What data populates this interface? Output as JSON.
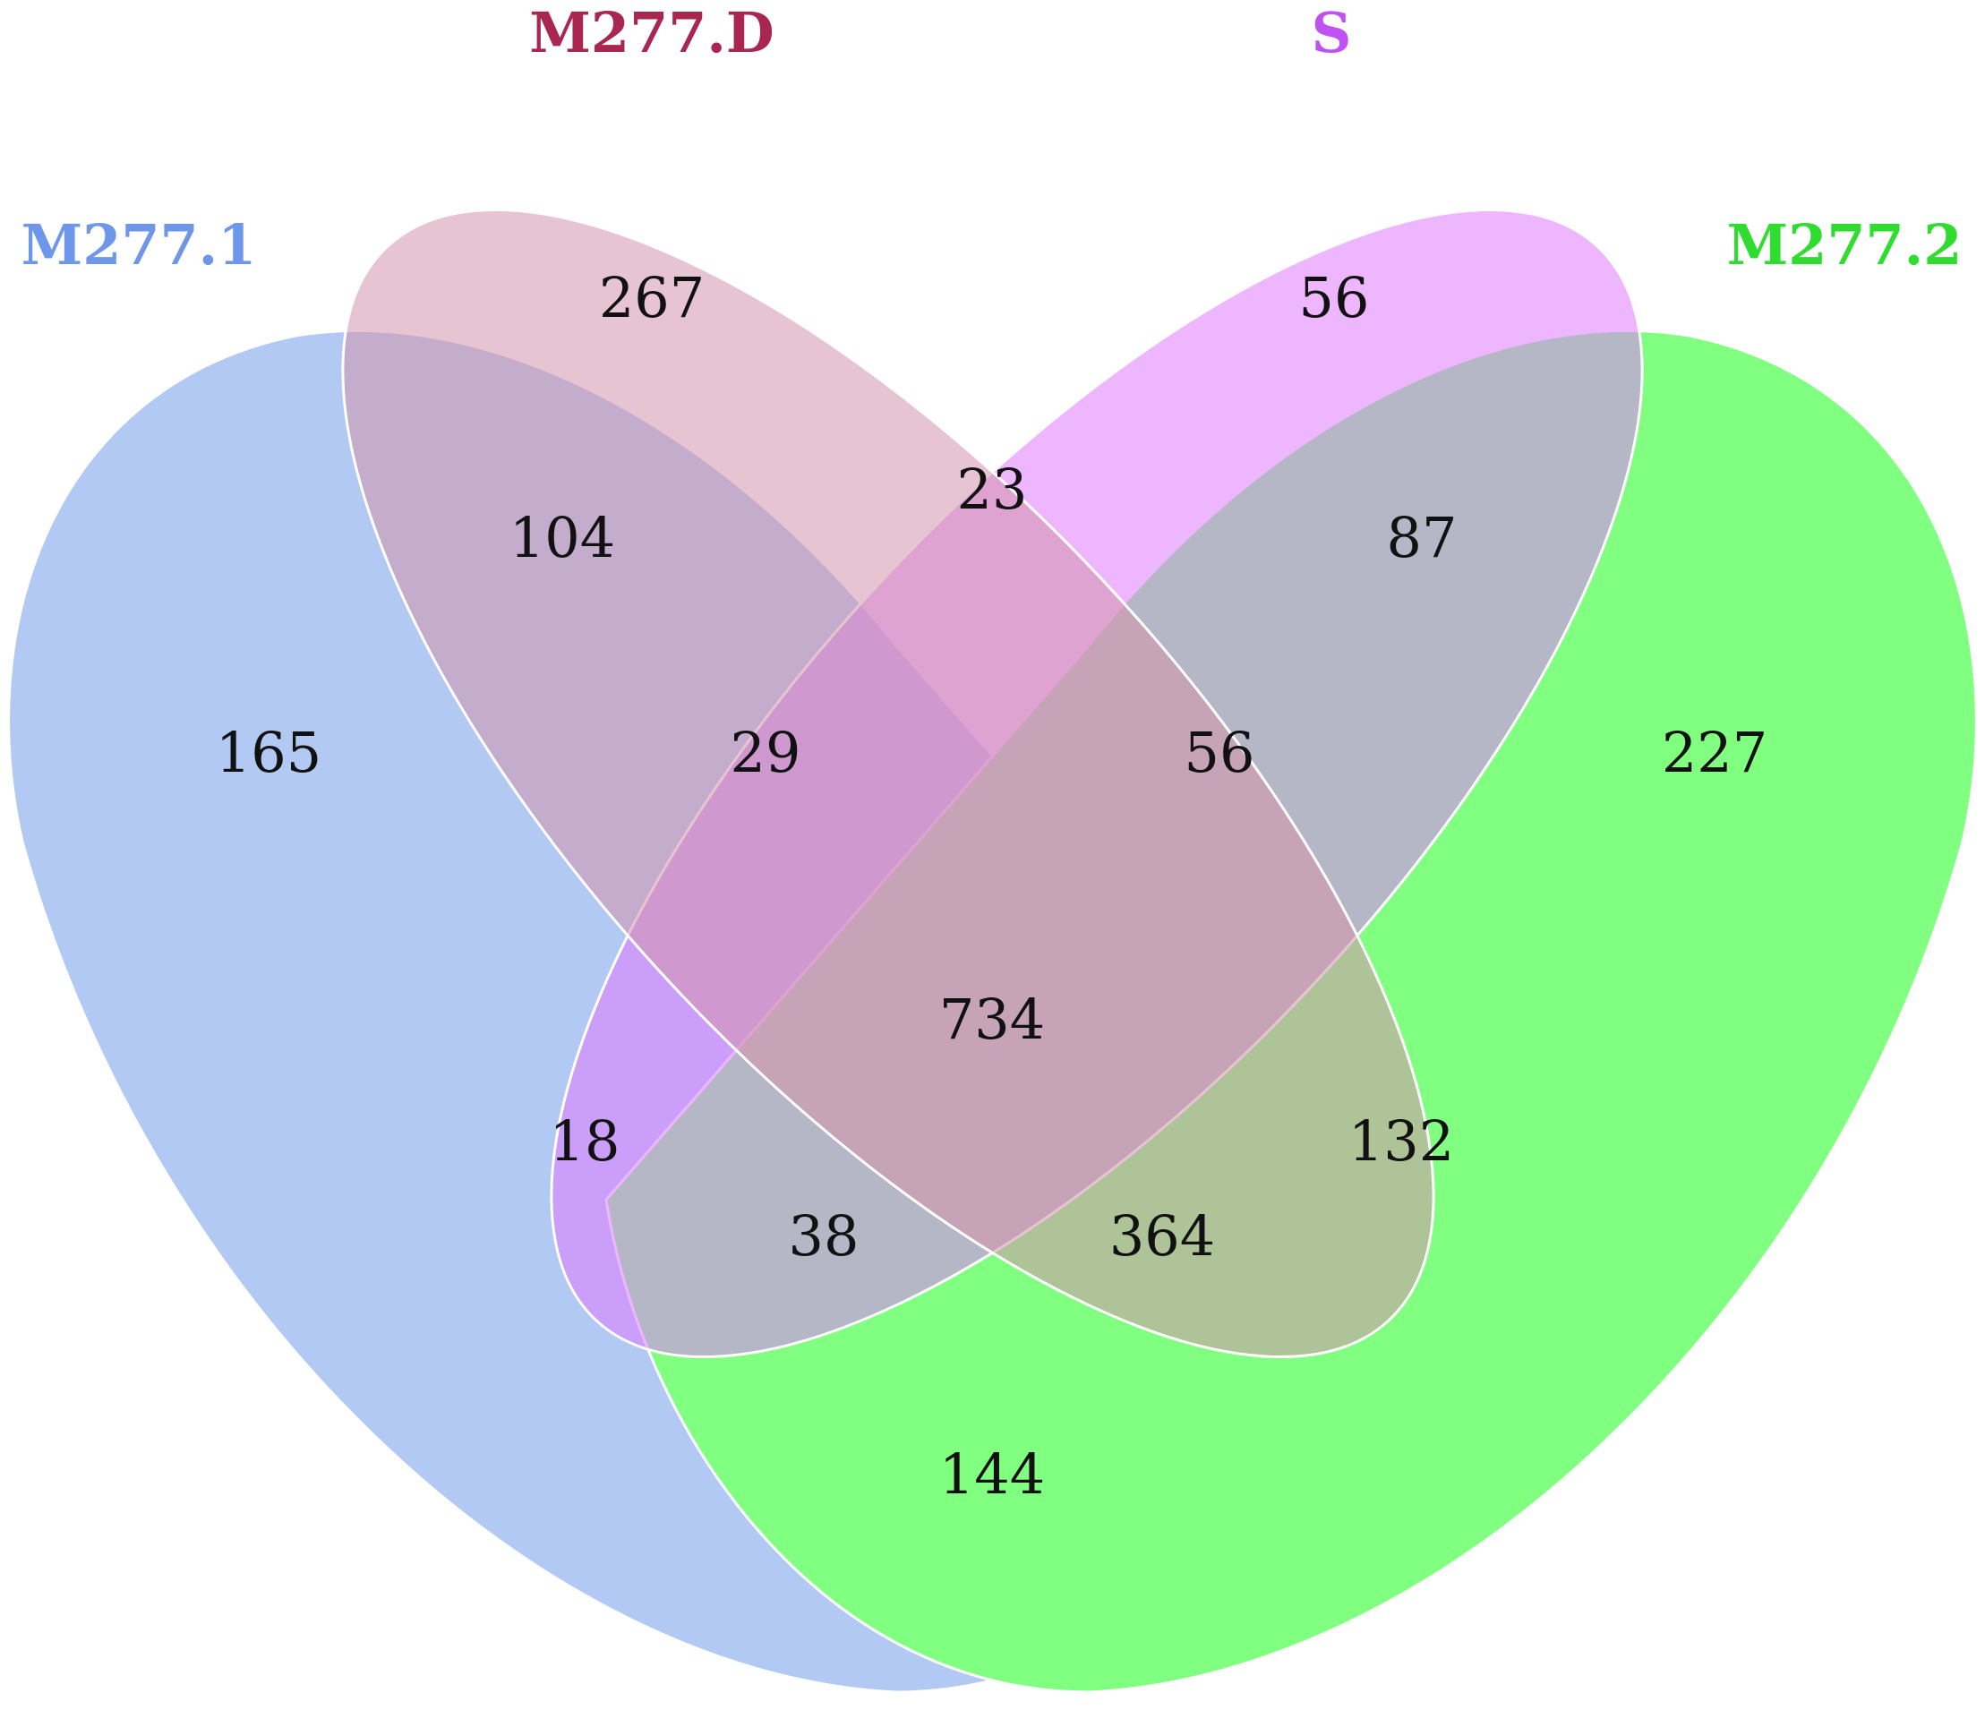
{
  "sets": [
    {
      "key": "A",
      "label": "M277.1",
      "fill": "#b2c9f3",
      "label_color": "#6f97e9"
    },
    {
      "key": "B",
      "label": "M277.D",
      "fill": "#d493ab",
      "label_color": "#a8264f"
    },
    {
      "key": "C",
      "label": "S",
      "fill": "#e07aff",
      "label_color": "#c052f5"
    },
    {
      "key": "D",
      "label": "M277.2",
      "fill": "#80ff80",
      "label_color": "#2fdc2f"
    }
  ],
  "regions": [
    {
      "sets": [
        "A"
      ],
      "count": "165"
    },
    {
      "sets": [
        "B"
      ],
      "count": "267"
    },
    {
      "sets": [
        "C"
      ],
      "count": "56"
    },
    {
      "sets": [
        "D"
      ],
      "count": "227"
    },
    {
      "sets": [
        "A",
        "B"
      ],
      "count": "104"
    },
    {
      "sets": [
        "B",
        "C"
      ],
      "count": "23"
    },
    {
      "sets": [
        "C",
        "D"
      ],
      "count": "87"
    },
    {
      "sets": [
        "A",
        "B",
        "C"
      ],
      "count": "29"
    },
    {
      "sets": [
        "B",
        "C",
        "D"
      ],
      "count": "56"
    },
    {
      "sets": [
        "A",
        "C"
      ],
      "count": "18"
    },
    {
      "sets": [
        "A",
        "B",
        "C",
        "D"
      ],
      "count": "734"
    },
    {
      "sets": [
        "B",
        "D"
      ],
      "count": "132"
    },
    {
      "sets": [
        "A",
        "C",
        "D"
      ],
      "count": "38"
    },
    {
      "sets": [
        "A",
        "B",
        "D"
      ],
      "count": "364"
    },
    {
      "sets": [
        "A",
        "D"
      ],
      "count": "144"
    }
  ]
}
